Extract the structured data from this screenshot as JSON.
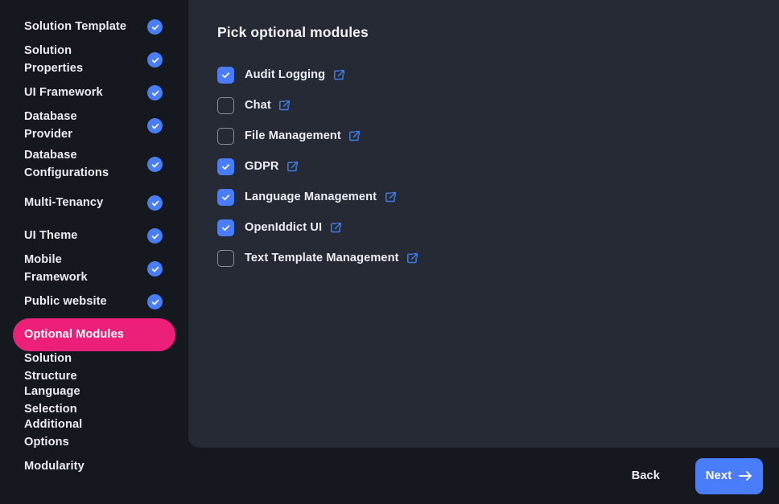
{
  "colors": {
    "app_background": "#15181f",
    "panel_background": "#262a35",
    "accent_blue": "#4a7dfc",
    "accent_pink": "#ec1f79",
    "text_primary": "#eceef4",
    "checkbox_border": "#8a8f9c"
  },
  "sidebar": {
    "items": [
      {
        "label": "Solution Template",
        "completed": true,
        "active": false,
        "two_line": false
      },
      {
        "label": "Solution Properties",
        "completed": true,
        "active": false,
        "two_line": false
      },
      {
        "label": "UI Framework",
        "completed": true,
        "active": false,
        "two_line": false
      },
      {
        "label": "Database Provider",
        "completed": true,
        "active": false,
        "two_line": false
      },
      {
        "label": "Database Configurations",
        "completed": true,
        "active": false,
        "two_line": true
      },
      {
        "label": "Multi-Tenancy",
        "completed": true,
        "active": false,
        "two_line": false
      },
      {
        "label": "UI Theme",
        "completed": true,
        "active": false,
        "two_line": false
      },
      {
        "label": "Mobile Framework",
        "completed": true,
        "active": false,
        "two_line": false
      },
      {
        "label": "Public website",
        "completed": true,
        "active": false,
        "two_line": false
      },
      {
        "label": "Optional Modules",
        "completed": false,
        "active": true,
        "two_line": false
      },
      {
        "label": "Solution Structure",
        "completed": false,
        "active": false,
        "two_line": false
      },
      {
        "label": "Language Selection",
        "completed": false,
        "active": false,
        "two_line": false
      },
      {
        "label": "Additional Options",
        "completed": false,
        "active": false,
        "two_line": false
      },
      {
        "label": "Modularity",
        "completed": false,
        "active": false,
        "two_line": false
      }
    ]
  },
  "main": {
    "title": "Pick optional modules",
    "modules": [
      {
        "label": "Audit Logging",
        "checked": true,
        "link_icon": "external-link-icon"
      },
      {
        "label": "Chat",
        "checked": false,
        "link_icon": "external-link-icon"
      },
      {
        "label": "File Management",
        "checked": false,
        "link_icon": "external-link-icon"
      },
      {
        "label": "GDPR",
        "checked": true,
        "link_icon": "external-link-icon"
      },
      {
        "label": "Language Management",
        "checked": true,
        "link_icon": "external-link-icon"
      },
      {
        "label": "OpenIddict UI",
        "checked": true,
        "link_icon": "external-link-icon"
      },
      {
        "label": "Text Template Management",
        "checked": false,
        "link_icon": "external-link-icon"
      }
    ]
  },
  "footer": {
    "back_label": "Back",
    "next_label": "Next",
    "next_icon": "arrow-right-icon"
  }
}
